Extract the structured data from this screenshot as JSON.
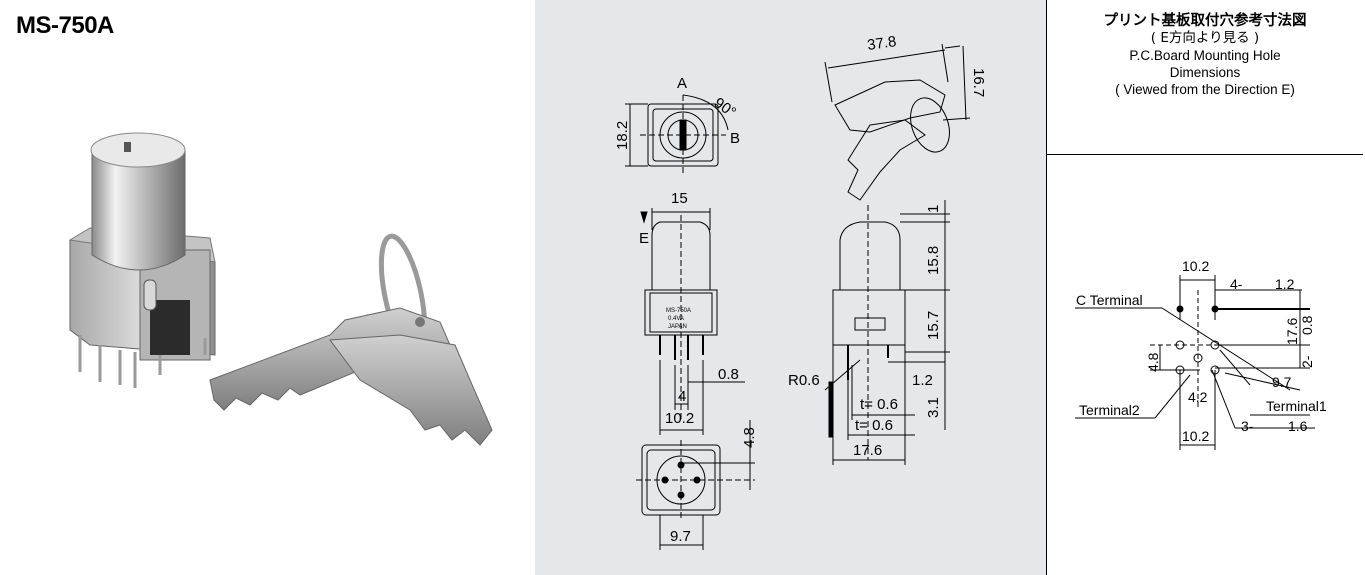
{
  "product": {
    "title": "MS-750A"
  },
  "key_drawing": {
    "width_label": "37.8",
    "height_label": "16.7"
  },
  "front_view": {
    "height_label": "18.2",
    "pos_a": "A",
    "pos_b": "B",
    "angle_label": "90°"
  },
  "side_view": {
    "width_label": "15",
    "direction_label": "E",
    "body_marking": [
      "MS-750A",
      "0.4VA",
      "JAPAN"
    ],
    "pin_label": "0.8",
    "pitch_label": "4",
    "terminal_span_label": "10.2"
  },
  "bottom_view": {
    "offset_label": "4.8",
    "width_label": "9.7"
  },
  "right_view": {
    "top_label": "1",
    "upper_label": "15.8",
    "lower_label": "15.7",
    "radius_label": "R0.6",
    "pin_width_label": "1.2",
    "pin_length_label": "3.1",
    "t1_label": "t= 0.6",
    "t2_label": "t= 0.6",
    "base_label": "17.6"
  },
  "pcb": {
    "header_jp": "プリント基板取付穴参考寸法図",
    "header_jp2": "( E方向より見る )",
    "header_en1": "P.C.Board Mounting Hole",
    "header_en2": "Dimensions",
    "header_en3": "( Viewed from the Direction E)",
    "dim_top": "10.2",
    "hole_count_a": "4-",
    "hole_size_a": "1.2",
    "c_terminal": "C Terminal",
    "dim_17_6": "17.6",
    "dim_0_8": "0.8",
    "dim_2": "2-",
    "dim_4_8": "4.8",
    "dim_9_7": "9.7",
    "dim_4_2": "4.2",
    "terminal1": "Terminal1",
    "terminal2": "Terminal2",
    "dim_bottom": "10.2",
    "hole_count_b": "3-",
    "hole_size_b": "1.6"
  }
}
